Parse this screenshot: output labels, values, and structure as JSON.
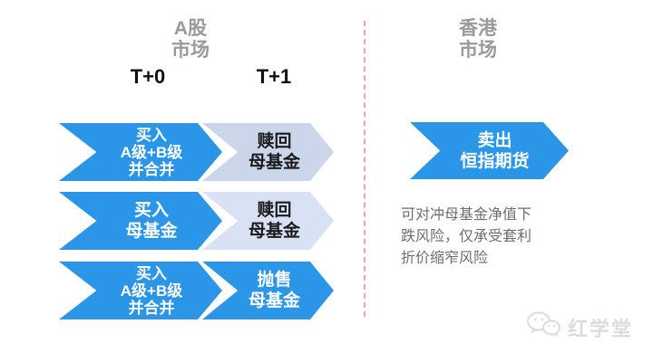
{
  "colors": {
    "arrow_blue": "#2b95e8",
    "arrow_light_row1": "#cbd6ea",
    "arrow_light_row2": "#d9e2f4",
    "divider_pink": "#eba9a1",
    "header_gray": "#9a9a9a",
    "column_label_black": "#111111",
    "note_gray": "#6e6e6e",
    "watermark_gray": "#dcdcdc",
    "arrow_text_white": "#ffffff",
    "arrow_text_dark": "#1a1a1a"
  },
  "a_share_section": {
    "title": "A股\n市场",
    "t0_label": "T+0",
    "t1_label": "T+1",
    "rows": [
      {
        "t0": "买入\nA级+B级\n并合并",
        "t1": "赎回\n母基金"
      },
      {
        "t0": "买入\n母基金",
        "t1": "赎回\n母基金"
      },
      {
        "t0": "买入\nA级+B级\n并合并",
        "t1": "抛售\n母基金"
      }
    ]
  },
  "hk_section": {
    "title": "香港\n市场",
    "arrow_label": "卖出\n恒指期货",
    "note": "可对冲母基金净值下\n跌风险，仅承受套利\n折价缩窄风险"
  },
  "watermark": {
    "icon": "wechat-icon",
    "brand": "红学堂"
  }
}
